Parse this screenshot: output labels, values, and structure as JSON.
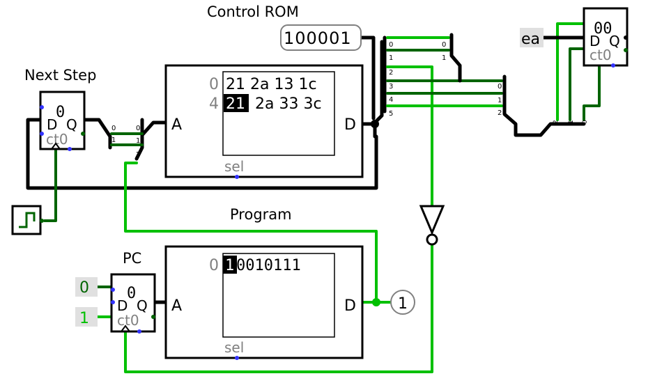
{
  "labels": {
    "control_rom": "Control ROM",
    "next_step": "Next Step",
    "program": "Program",
    "pc": "PC"
  },
  "control_rom": {
    "output_value": "100001",
    "row0_addr": "0",
    "row0_values": "21 2a 13 1c",
    "row1_addr": "4",
    "row1_selected": "21",
    "row1_values": "2a 33 3c",
    "port_a": "A",
    "port_d": "D",
    "sel": "sel"
  },
  "program_rom": {
    "addr": "0",
    "selected_bit": "1",
    "bits": "0010111",
    "port_a": "A",
    "port_d": "D",
    "sel": "sel"
  },
  "next_step_counter": {
    "value": "0",
    "d": "D",
    "q": "Q",
    "ct": "ct0"
  },
  "pc_counter": {
    "value": "0",
    "d": "D",
    "q": "Q",
    "ct": "ct0",
    "input_top": "0",
    "input_bottom": "1"
  },
  "ea_counter": {
    "value": "00",
    "d": "D",
    "q": "Q",
    "ct": "ct0",
    "input": "ea"
  },
  "output_probe": "1",
  "splitters": {
    "next_step_left": [
      "0",
      "1"
    ],
    "next_step_right": [
      "0",
      "1",
      "2"
    ],
    "rom_out_left": [
      "0",
      "1",
      "2",
      "3",
      "4",
      "5"
    ],
    "rom_out_right_top": [
      "0",
      "1"
    ],
    "rom_out_right_mid": [
      "0",
      "1",
      "2"
    ],
    "ea_bits": [
      "2",
      "1",
      "0"
    ]
  },
  "colors": {
    "wire_dark": "#006400",
    "wire_bright": "#00c000",
    "bus": "#000000",
    "pin_blue": "#3333ff",
    "input_bg": "#e0e0e0"
  }
}
